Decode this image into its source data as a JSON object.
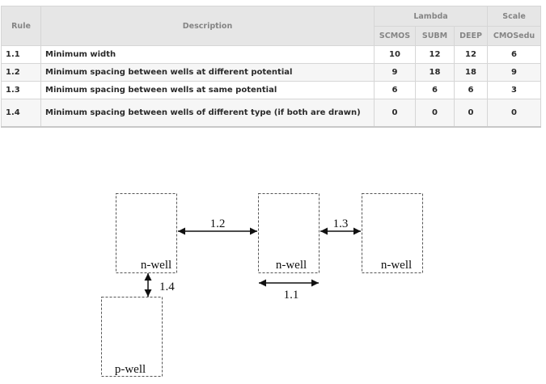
{
  "table": {
    "headers": {
      "rule": "Rule",
      "description": "Description",
      "lambda": "Lambda",
      "scale": "Scale",
      "scmos": "SCMOS",
      "subm": "SUBM",
      "deep": "DEEP",
      "cmosedu": "CMOSedu"
    },
    "rows": [
      {
        "rule": "1.1",
        "description": "Minimum width",
        "scmos": "10",
        "subm": "12",
        "deep": "12",
        "cmosedu": "6"
      },
      {
        "rule": "1.2",
        "description": "Minimum spacing between wells at different potential",
        "scmos": "9",
        "subm": "18",
        "deep": "18",
        "cmosedu": "9"
      },
      {
        "rule": "1.3",
        "description": "Minimum spacing between wells at same potential",
        "scmos": "6",
        "subm": "6",
        "deep": "6",
        "cmosedu": "3"
      },
      {
        "rule": "1.4",
        "description": "Minimum spacing between wells of different type (if both are drawn)",
        "scmos": "0",
        "subm": "0",
        "deep": "0",
        "cmosedu": "0"
      }
    ]
  },
  "diagram": {
    "wells": [
      "n-well",
      "n-well",
      "n-well",
      "p-well"
    ],
    "dimensions": [
      "1.2",
      "1.3",
      "1.4",
      "1.1"
    ]
  }
}
